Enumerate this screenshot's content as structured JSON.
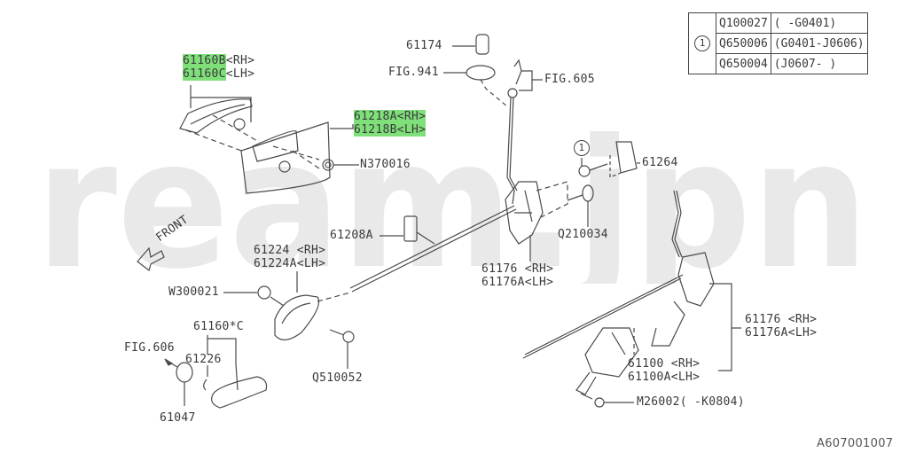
{
  "watermark": "ream.jpn",
  "diagram_id": "A607001007",
  "variant_table": {
    "group_symbol": "1",
    "rows": [
      {
        "part": "Q100027",
        "range": "( -G0401)"
      },
      {
        "part": "Q650006",
        "range": "(G0401-J0606)"
      },
      {
        "part": "Q650004",
        "range": "(J0607- )"
      }
    ]
  },
  "callouts": {
    "handle_rh": {
      "part": "61160B",
      "side": "<RH>"
    },
    "handle_lh": {
      "part": "61160C",
      "side": "<LH>"
    },
    "trim_rh": {
      "part": "61218A",
      "side": "<RH>"
    },
    "trim_lh": {
      "part": "61218B",
      "side": "<LH>"
    },
    "nut": "N370016",
    "p61174": "61174",
    "fig941": "FIG.941",
    "fig605": "FIG.605",
    "p61264": "61264",
    "screw_symbol": "1",
    "q210034": "Q210034",
    "p61208a": "61208A",
    "front": "FRONT",
    "inner_handle_rh": "61224 <RH>",
    "inner_handle_lh": "61224A<LH>",
    "w300021": "W300021",
    "lock_upper_rh": "61176 <RH>",
    "lock_upper_lh": "61176A<LH>",
    "window_handle": "61160*C",
    "fig606": "FIG.606",
    "p61226": "61226",
    "q510052": "Q510052",
    "p61047": "61047",
    "lock_lower_rh": "61176 <RH>",
    "lock_lower_lh": "61176A<LH>",
    "actuator_rh": "61100 <RH>",
    "actuator_lh": "61100A<LH>",
    "m26002": "M26002( -K0804)"
  },
  "colors": {
    "highlight": "#7fe07a",
    "line": "#4a4a4a",
    "watermark": "#e9e9e9"
  }
}
